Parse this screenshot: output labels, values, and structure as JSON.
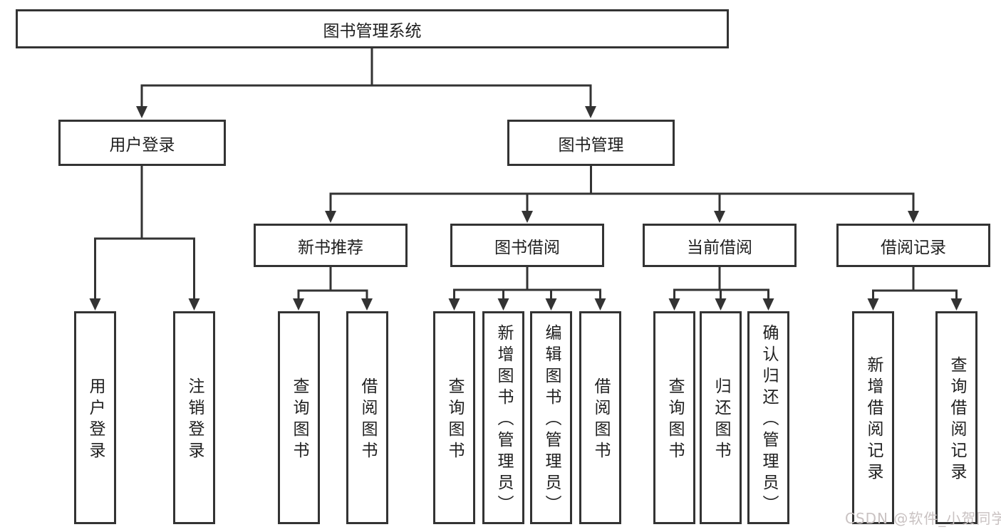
{
  "diagram": {
    "colors": {
      "line": "#333333",
      "box_border": "#333333",
      "text": "#1f1f1f",
      "background": "#ffffff",
      "watermark": "#c9c2c2"
    },
    "watermark": "CSDN @软件_小贺同学",
    "nodes": {
      "root": "图书管理系统",
      "user_login": "用户登录",
      "book_mgmt": "图书管理",
      "new_book_rec": "新书推荐",
      "book_borrow": "图书借阅",
      "current_borrow": "当前借阅",
      "borrow_records": "借阅记录",
      "login_leaf": "用户登录",
      "logout_leaf": "注销登录",
      "nb_query": "查询图书",
      "nb_borrow": "借阅图书",
      "bb_query": "查询图书",
      "bb_add": "新增图书（管理员）",
      "bb_edit": "编辑图书（管理员）",
      "bb_borrow": "借阅图书",
      "cb_query": "查询图书",
      "cb_return": "归还图书",
      "cb_confirm": "确认归还（管理员）",
      "br_add": "新增借阅记录",
      "br_query": "查询借阅记录"
    },
    "structure": [
      {
        "parent": "图书管理系统",
        "children": [
          "用户登录",
          "图书管理"
        ]
      },
      {
        "parent": "用户登录",
        "children": [
          "用户登录",
          "注销登录"
        ]
      },
      {
        "parent": "图书管理",
        "children": [
          "新书推荐",
          "图书借阅",
          "当前借阅",
          "借阅记录"
        ]
      },
      {
        "parent": "新书推荐",
        "children": [
          "查询图书",
          "借阅图书"
        ]
      },
      {
        "parent": "图书借阅",
        "children": [
          "查询图书",
          "新增图书（管理员）",
          "编辑图书（管理员）",
          "借阅图书"
        ]
      },
      {
        "parent": "当前借阅",
        "children": [
          "查询图书",
          "归还图书",
          "确认归还（管理员）"
        ]
      },
      {
        "parent": "借阅记录",
        "children": [
          "新增借阅记录",
          "查询借阅记录"
        ]
      }
    ]
  }
}
